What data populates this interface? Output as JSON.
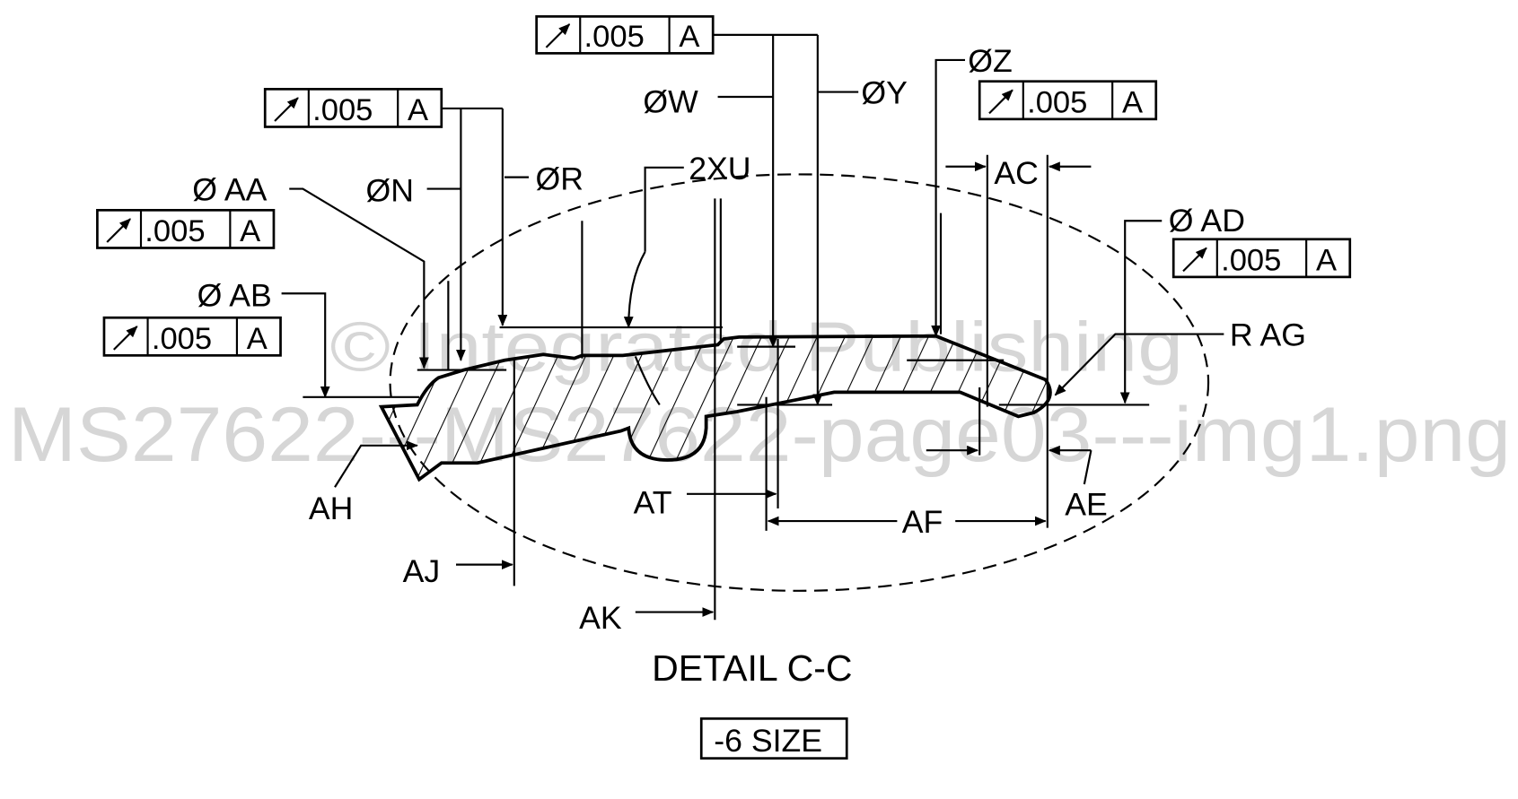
{
  "detail_title": "DETAIL C-C",
  "size_label": "-6 SIZE",
  "watermark": {
    "line1": "© Integrated Publishing",
    "line2": "MS27622---MS27622-page03---img1.png"
  },
  "feature_control_frames": [
    {
      "id": "top",
      "symbol": "circular-runout-icon",
      "tolerance": ".005",
      "datum": "A"
    },
    {
      "id": "n-r",
      "symbol": "circular-runout-icon",
      "tolerance": ".005",
      "datum": "A"
    },
    {
      "id": "aa",
      "symbol": "circular-runout-icon",
      "tolerance": ".005",
      "datum": "A"
    },
    {
      "id": "ab",
      "symbol": "circular-runout-icon",
      "tolerance": ".005",
      "datum": "A"
    },
    {
      "id": "z",
      "symbol": "circular-runout-icon",
      "tolerance": ".005",
      "datum": "A"
    },
    {
      "id": "ad",
      "symbol": "circular-runout-icon",
      "tolerance": ".005",
      "datum": "A"
    }
  ],
  "labels": {
    "dia_w": "ØW",
    "dia_y": "ØY",
    "dia_z": "ØZ",
    "dia_n": "ØN",
    "dia_r": "ØR",
    "dia_aa": "Ø AA",
    "dia_ab": "Ø AB",
    "dia_ad": "Ø AD",
    "xu": "2XU",
    "ac": "AC",
    "rag": "R AG",
    "ah": "AH",
    "ae": "AE",
    "at": "AT",
    "af": "AF",
    "aj": "AJ",
    "ak": "AK"
  }
}
